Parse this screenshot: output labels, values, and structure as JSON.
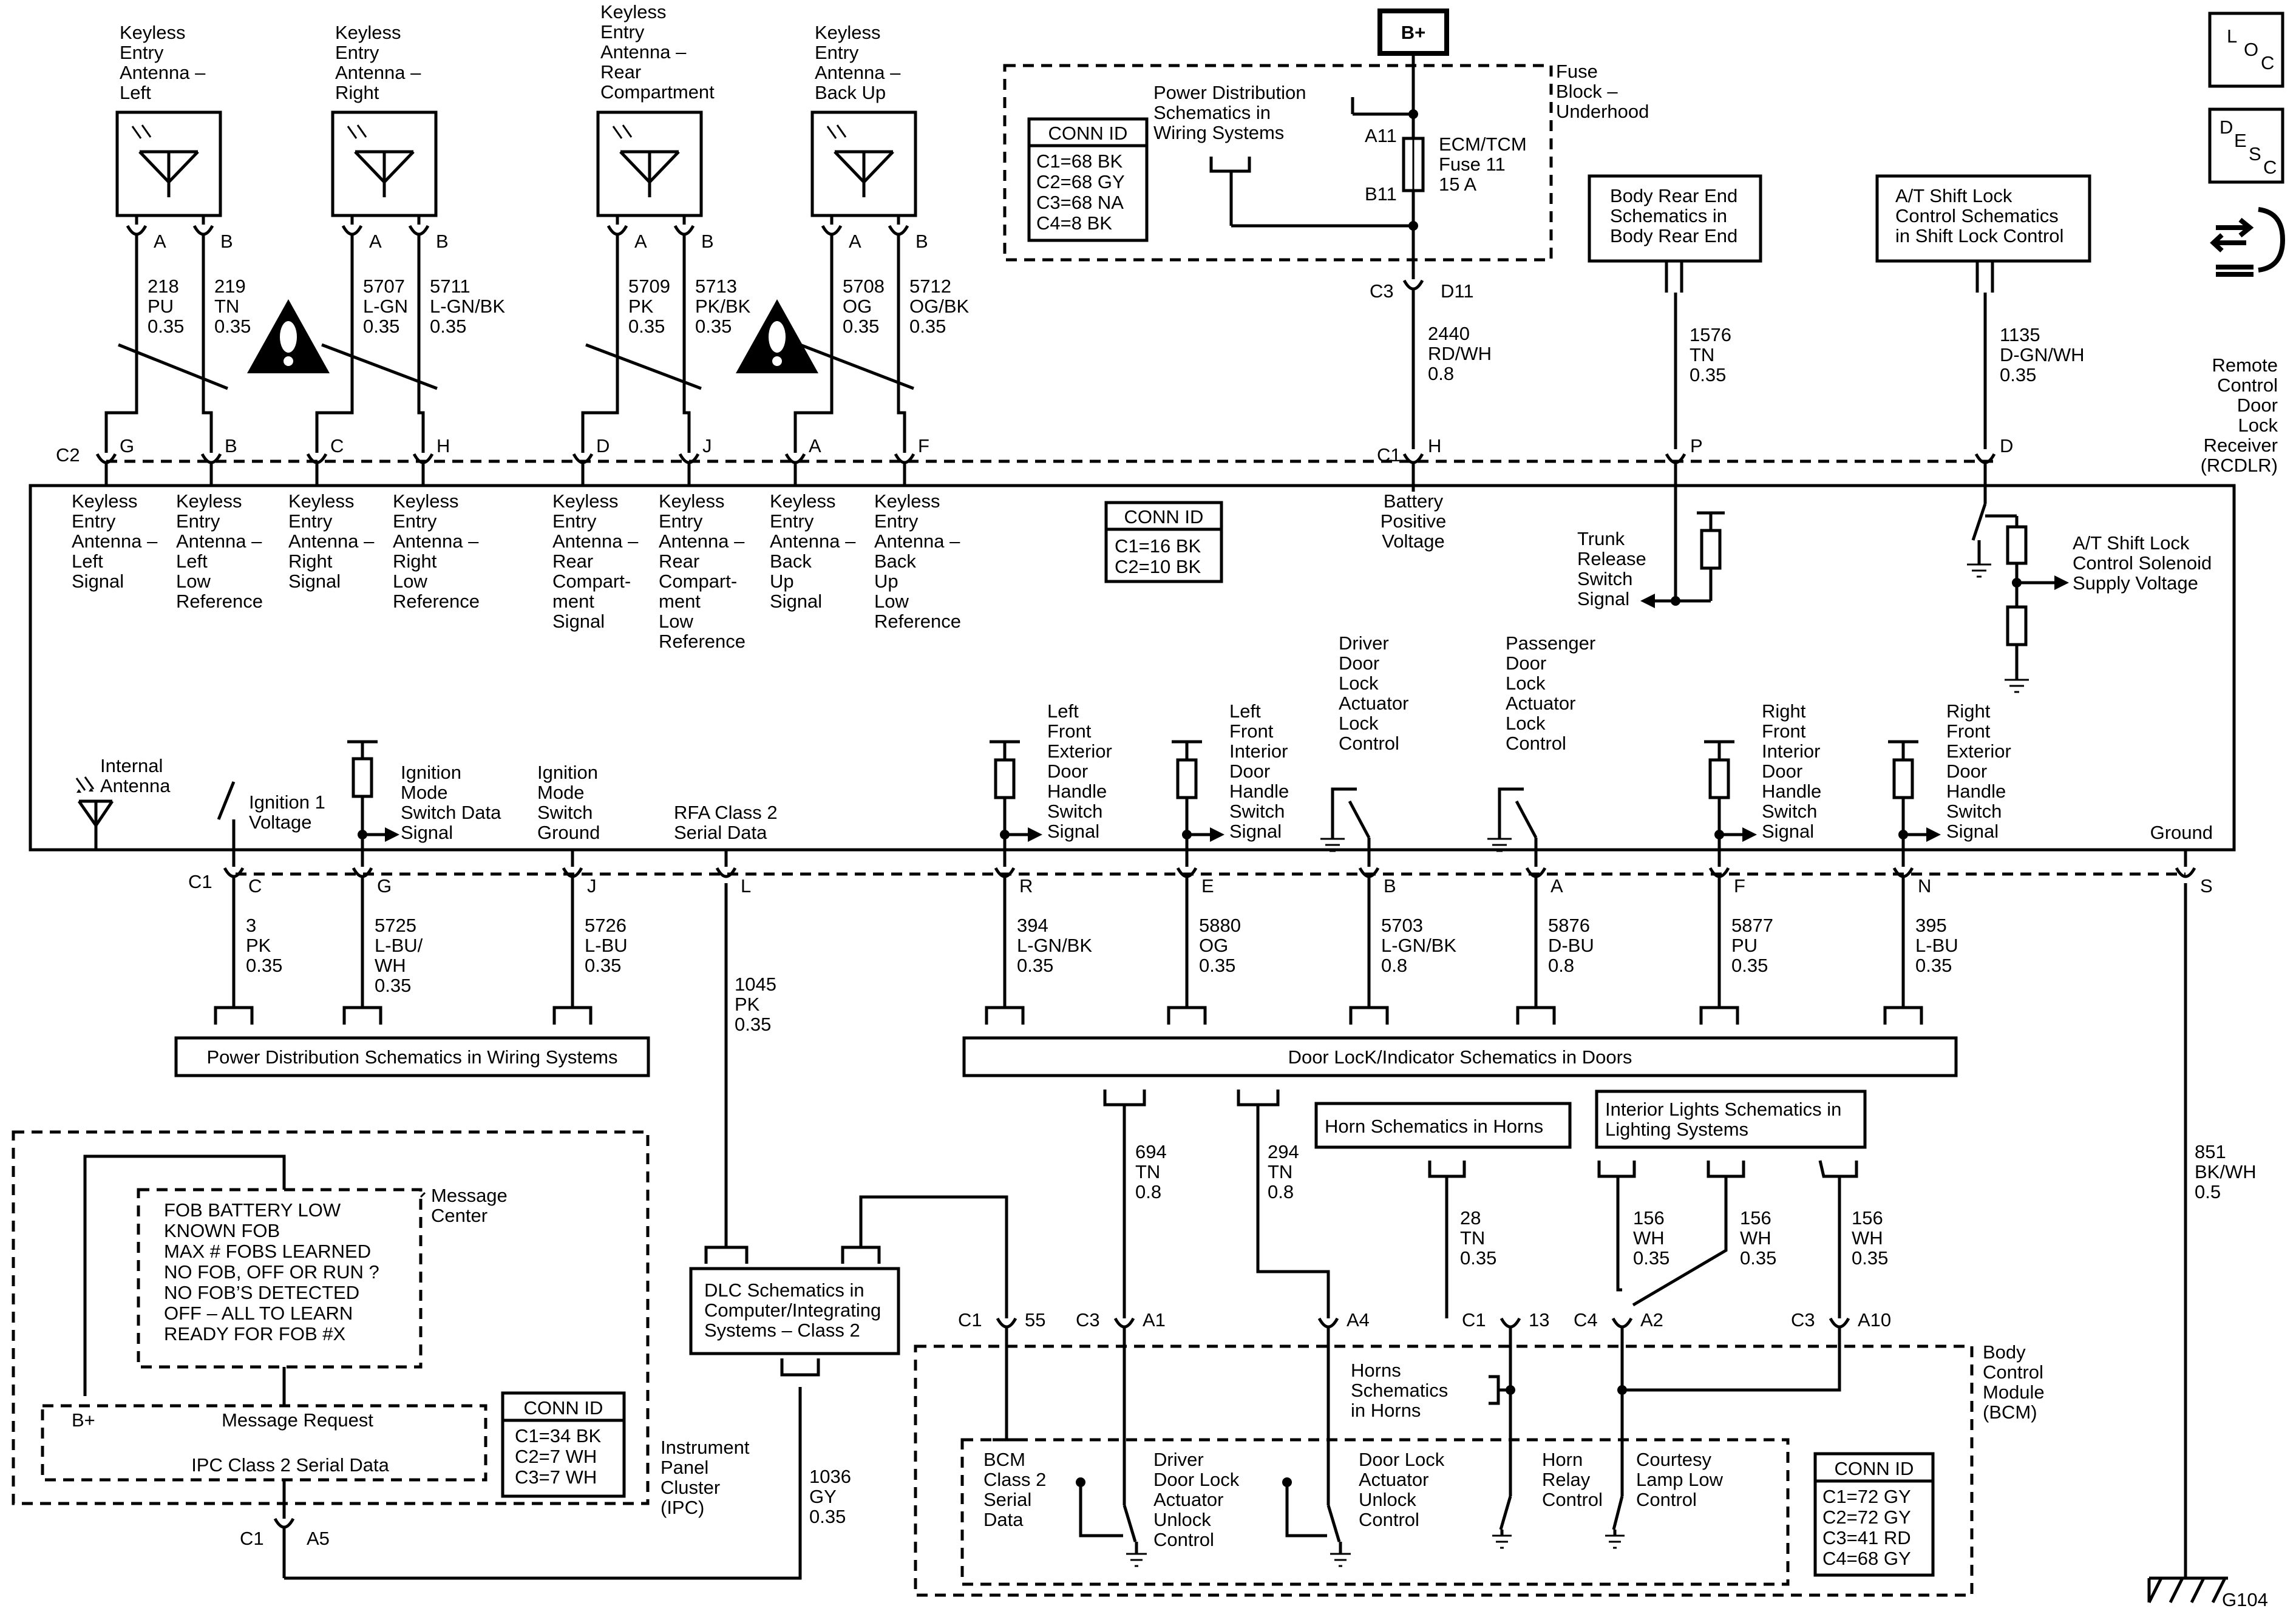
{
  "top": {
    "bplus": "B+",
    "fuse_block": [
      "Fuse",
      "Block –",
      "Underhood"
    ],
    "pds": [
      "Power Distribution",
      "Schematics in",
      "Wiring Systems"
    ],
    "fuse_name": [
      "ECM/TCM",
      "Fuse 11",
      "15 A"
    ],
    "a11": "A11",
    "b11": "B11",
    "conn_top": {
      "title": "CONN ID",
      "rows": [
        "C1=68 BK",
        "C2=68 GY",
        "C3=68 NA",
        "C4=8 BK"
      ]
    },
    "c3": "C3",
    "d11": "D11",
    "wire_2440": [
      "2440",
      "RD/WH",
      "0.8"
    ]
  },
  "antennas": [
    {
      "label": [
        "Keyless",
        "Entry",
        "Antenna –",
        "Left"
      ],
      "pins": [
        "A",
        "B"
      ],
      "wires": [
        [
          "218",
          "PU",
          "0.35"
        ],
        [
          "219",
          "TN",
          "0.35"
        ]
      ]
    },
    {
      "label": [
        "Keyless",
        "Entry",
        "Antenna –",
        "Right"
      ],
      "pins": [
        "A",
        "B"
      ],
      "wires": [
        [
          "5707",
          "L-GN",
          "0.35"
        ],
        [
          "5711",
          "L-GN/BK",
          "0.35"
        ]
      ]
    },
    {
      "label": [
        "Keyless",
        "Entry",
        "Antenna –",
        "Rear",
        "Compartment"
      ],
      "pins": [
        "A",
        "B"
      ],
      "wires": [
        [
          "5709",
          "PK",
          "0.35"
        ],
        [
          "5713",
          "PK/BK",
          "0.35"
        ]
      ]
    },
    {
      "label": [
        "Keyless",
        "Entry",
        "Antenna –",
        "Back Up"
      ],
      "pins": [
        "A",
        "B"
      ],
      "wires": [
        [
          "5708",
          "OG",
          "0.35"
        ],
        [
          "5712",
          "OG/BK",
          "0.35"
        ]
      ]
    }
  ],
  "body_rear": [
    "Body Rear End",
    "Schematics in",
    "Body Rear End"
  ],
  "wire_1576": [
    "1576",
    "TN",
    "0.35"
  ],
  "shift_lock": [
    "A/T Shift Lock",
    "Control Schematics",
    "in Shift Lock Control"
  ],
  "wire_1135": [
    "1135",
    "D-GN/WH",
    "0.35"
  ],
  "rcdlr": [
    "Remote",
    "Control",
    "Door",
    "Lock",
    "Receiver",
    "(RCDLR)"
  ],
  "c2_top": {
    "conn": "C2",
    "pins": [
      "G",
      "B",
      "C",
      "H",
      "D",
      "J",
      "A",
      "F"
    ]
  },
  "c1_top": {
    "conn": "C1",
    "pins": [
      "H",
      "P",
      "D"
    ]
  },
  "module_labels": [
    [
      "Keyless",
      "Entry",
      "Antenna –",
      "Left",
      "Signal"
    ],
    [
      "Keyless",
      "Entry",
      "Antenna –",
      "Left",
      "Low",
      "Reference"
    ],
    [
      "Keyless",
      "Entry",
      "Antenna –",
      "Right",
      "Signal"
    ],
    [
      "Keyless",
      "Entry",
      "Antenna –",
      "Right",
      "Low",
      "Reference"
    ],
    [
      "Keyless",
      "Entry",
      "Antenna –",
      "Rear",
      "Compart-",
      "ment",
      "Signal"
    ],
    [
      "Keyless",
      "Entry",
      "Antenna –",
      "Rear",
      "Compart-",
      "ment",
      "Low",
      "Reference"
    ],
    [
      "Keyless",
      "Entry",
      "Antenna –",
      "Back",
      "Up",
      "Signal"
    ],
    [
      "Keyless",
      "Entry",
      "Antenna –",
      "Back",
      "Up",
      "Low",
      "Reference"
    ]
  ],
  "conn_mid": {
    "title": "CONN ID",
    "rows": [
      "C1=16 BK",
      "C2=10 BK"
    ]
  },
  "battery_positive": [
    "Battery",
    "Positive",
    "Voltage"
  ],
  "trunk": [
    "Trunk",
    "Release",
    "Switch",
    "Signal"
  ],
  "shift_solenoid": [
    "A/T Shift Lock",
    "Control Solenoid",
    "Supply Voltage"
  ],
  "internal_antenna": [
    "Internal",
    "Antenna"
  ],
  "ign1": [
    "Ignition 1",
    "Voltage"
  ],
  "ign_sw_data": [
    "Ignition",
    "Mode",
    "Switch Data",
    "Signal"
  ],
  "ign_sw_gnd": [
    "Ignition",
    "Mode",
    "Switch",
    "Ground"
  ],
  "rfa": [
    "RFA Class 2",
    "Serial Data"
  ],
  "lf_ext": [
    "Left",
    "Front",
    "Exterior",
    "Door",
    "Handle",
    "Switch",
    "Signal"
  ],
  "lf_int": [
    "Left",
    "Front",
    "Interior",
    "Door",
    "Handle",
    "Switch",
    "Signal"
  ],
  "drv_lock": [
    "Driver",
    "Door",
    "Lock",
    "Actuator",
    "Lock",
    "Control"
  ],
  "pass_lock": [
    "Passenger",
    "Door",
    "Lock",
    "Actuator",
    "Lock",
    "Control"
  ],
  "rf_int": [
    "Right",
    "Front",
    "Interior",
    "Door",
    "Handle",
    "Switch",
    "Signal"
  ],
  "rf_ext": [
    "Right",
    "Front",
    "Exterior",
    "Door",
    "Handle",
    "Switch",
    "Signal"
  ],
  "ground": "Ground",
  "c1_bottom": {
    "conn": "C1",
    "pins": [
      "C",
      "G",
      "J",
      "L",
      "R",
      "E",
      "B",
      "A",
      "F",
      "N",
      "S"
    ]
  },
  "bottom_wires": [
    [
      "3",
      "PK",
      "0.35"
    ],
    [
      "5725",
      "L-BU/",
      "WH",
      "0.35"
    ],
    [
      "5726",
      "L-BU",
      "0.35"
    ],
    [
      "1045",
      "PK",
      "0.35"
    ],
    [
      "394",
      "L-GN/BK",
      "0.35"
    ],
    [
      "5880",
      "OG",
      "0.35"
    ],
    [
      "5703",
      "L-GN/BK",
      "0.8"
    ],
    [
      "5876",
      "D-BU",
      "0.8"
    ],
    [
      "5877",
      "PU",
      "0.35"
    ],
    [
      "395",
      "L-BU",
      "0.35"
    ]
  ],
  "pds_bottom": "Power Distribution Schematics in Wiring Systems",
  "door_lock_bar": "Door LocK/Indicator Schematics in Doors",
  "wire_694": [
    "694",
    "TN",
    "0.8"
  ],
  "wire_294": [
    "294",
    "TN",
    "0.8"
  ],
  "horn_sch": "Horn Schematics in Horns",
  "interior_lights": [
    "Interior Lights Schematics in",
    "Lighting Systems"
  ],
  "wire_28": [
    "28",
    "TN",
    "0.35"
  ],
  "wire_156a": [
    "156",
    "WH",
    "0.35"
  ],
  "wire_156b": [
    "156",
    "WH",
    "0.35"
  ],
  "wire_156c": [
    "156",
    "WH",
    "0.35"
  ],
  "wire_851": [
    "851",
    "BK/WH",
    "0.5"
  ],
  "ipc_messages": [
    "FOB BATTERY LOW",
    "KNOWN FOB",
    "MAX # FOBS LEARNED",
    "NO FOB, OFF OR RUN ?",
    "NO FOB’S DETECTED",
    "OFF – ALL TO LEARN",
    "READY FOR FOB #X"
  ],
  "message_center": [
    "Message",
    "Center"
  ],
  "ipc_bplus": "B+",
  "message_request": "Message Request",
  "ipc_class2": "IPC Class 2 Serial Data",
  "conn_ipc": {
    "title": "CONN ID",
    "rows": [
      "C1=34 BK",
      "C2=7 WH",
      "C3=7 WH"
    ]
  },
  "ipc": [
    "Instrument",
    "Panel",
    "Cluster",
    "(IPC)"
  ],
  "ipc_conn": [
    "C1",
    "A5"
  ],
  "wire_1036": [
    "1036",
    "GY",
    "0.35"
  ],
  "dlc": [
    "DLC Schematics in",
    "Computer/Integrating",
    "Systems – Class 2"
  ],
  "bcm_conns": [
    [
      "C1",
      "55"
    ],
    [
      "C3",
      "A1"
    ],
    [
      "A4"
    ],
    [
      "C1",
      "13"
    ],
    [
      "C4",
      "A2"
    ],
    [
      "C3",
      "A10"
    ]
  ],
  "bcm": [
    "Body",
    "Control",
    "Module",
    "(BCM)"
  ],
  "bcm_class2": [
    "BCM",
    "Class 2",
    "Serial",
    "Data"
  ],
  "drv_unlock": [
    "Driver",
    "Door Lock",
    "Actuator",
    "Unlock",
    "Control"
  ],
  "door_unlock": [
    "Door Lock",
    "Actuator",
    "Unlock",
    "Control"
  ],
  "horn_relay": [
    "Horn",
    "Relay",
    "Control"
  ],
  "courtesy": [
    "Courtesy",
    "Lamp Low",
    "Control"
  ],
  "horns_sch": [
    "Horns",
    "Schematics",
    "in Horns"
  ],
  "conn_bcm": {
    "title": "CONN ID",
    "rows": [
      "C1=72 GY",
      "C2=72 GY",
      "C3=41 RD",
      "C4=68 GY"
    ]
  },
  "g104": "G104",
  "icons": {
    "loc": [
      "L",
      "O",
      "C"
    ],
    "desc": [
      "D",
      "E",
      "S",
      "C"
    ]
  }
}
